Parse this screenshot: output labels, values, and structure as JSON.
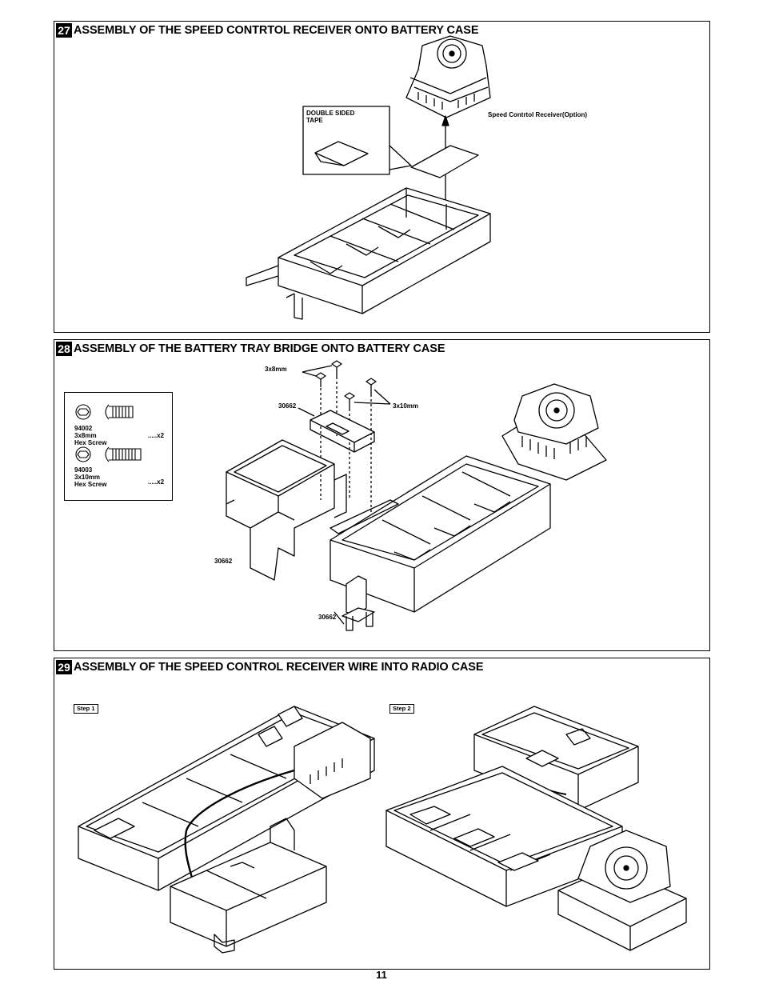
{
  "page_number": "11",
  "steps": [
    {
      "number": "27",
      "title": "ASSEMBLY OF THE SPEED CONTRTOL RECEIVER ONTO BATTERY CASE",
      "labels": {
        "tape": "DOUBLE SIDED TAPE",
        "receiver": "Speed Contrtol Receiver(Option)"
      }
    },
    {
      "number": "28",
      "title": "ASSEMBLY OF THE BATTERY TRAY BRIDGE ONTO BATTERY CASE",
      "labels": {
        "screw_small": "3x8mm",
        "screw_large": "3x10mm",
        "part_bridge": "30662",
        "part_tray": "30662",
        "part_post": "30662"
      },
      "parts_list": [
        {
          "code": "94002",
          "size": "3x8mm",
          "name": "Hex Screw",
          "qty": ".....x2"
        },
        {
          "code": "94003",
          "size": "3x10mm",
          "name": "Hex Screw",
          "qty": ".....x2"
        }
      ]
    },
    {
      "number": "29",
      "title": "ASSEMBLY OF THE SPEED CONTROL RECEIVER WIRE INTO RADIO CASE",
      "sub_steps": [
        "Step 1",
        "Step 2"
      ]
    }
  ]
}
